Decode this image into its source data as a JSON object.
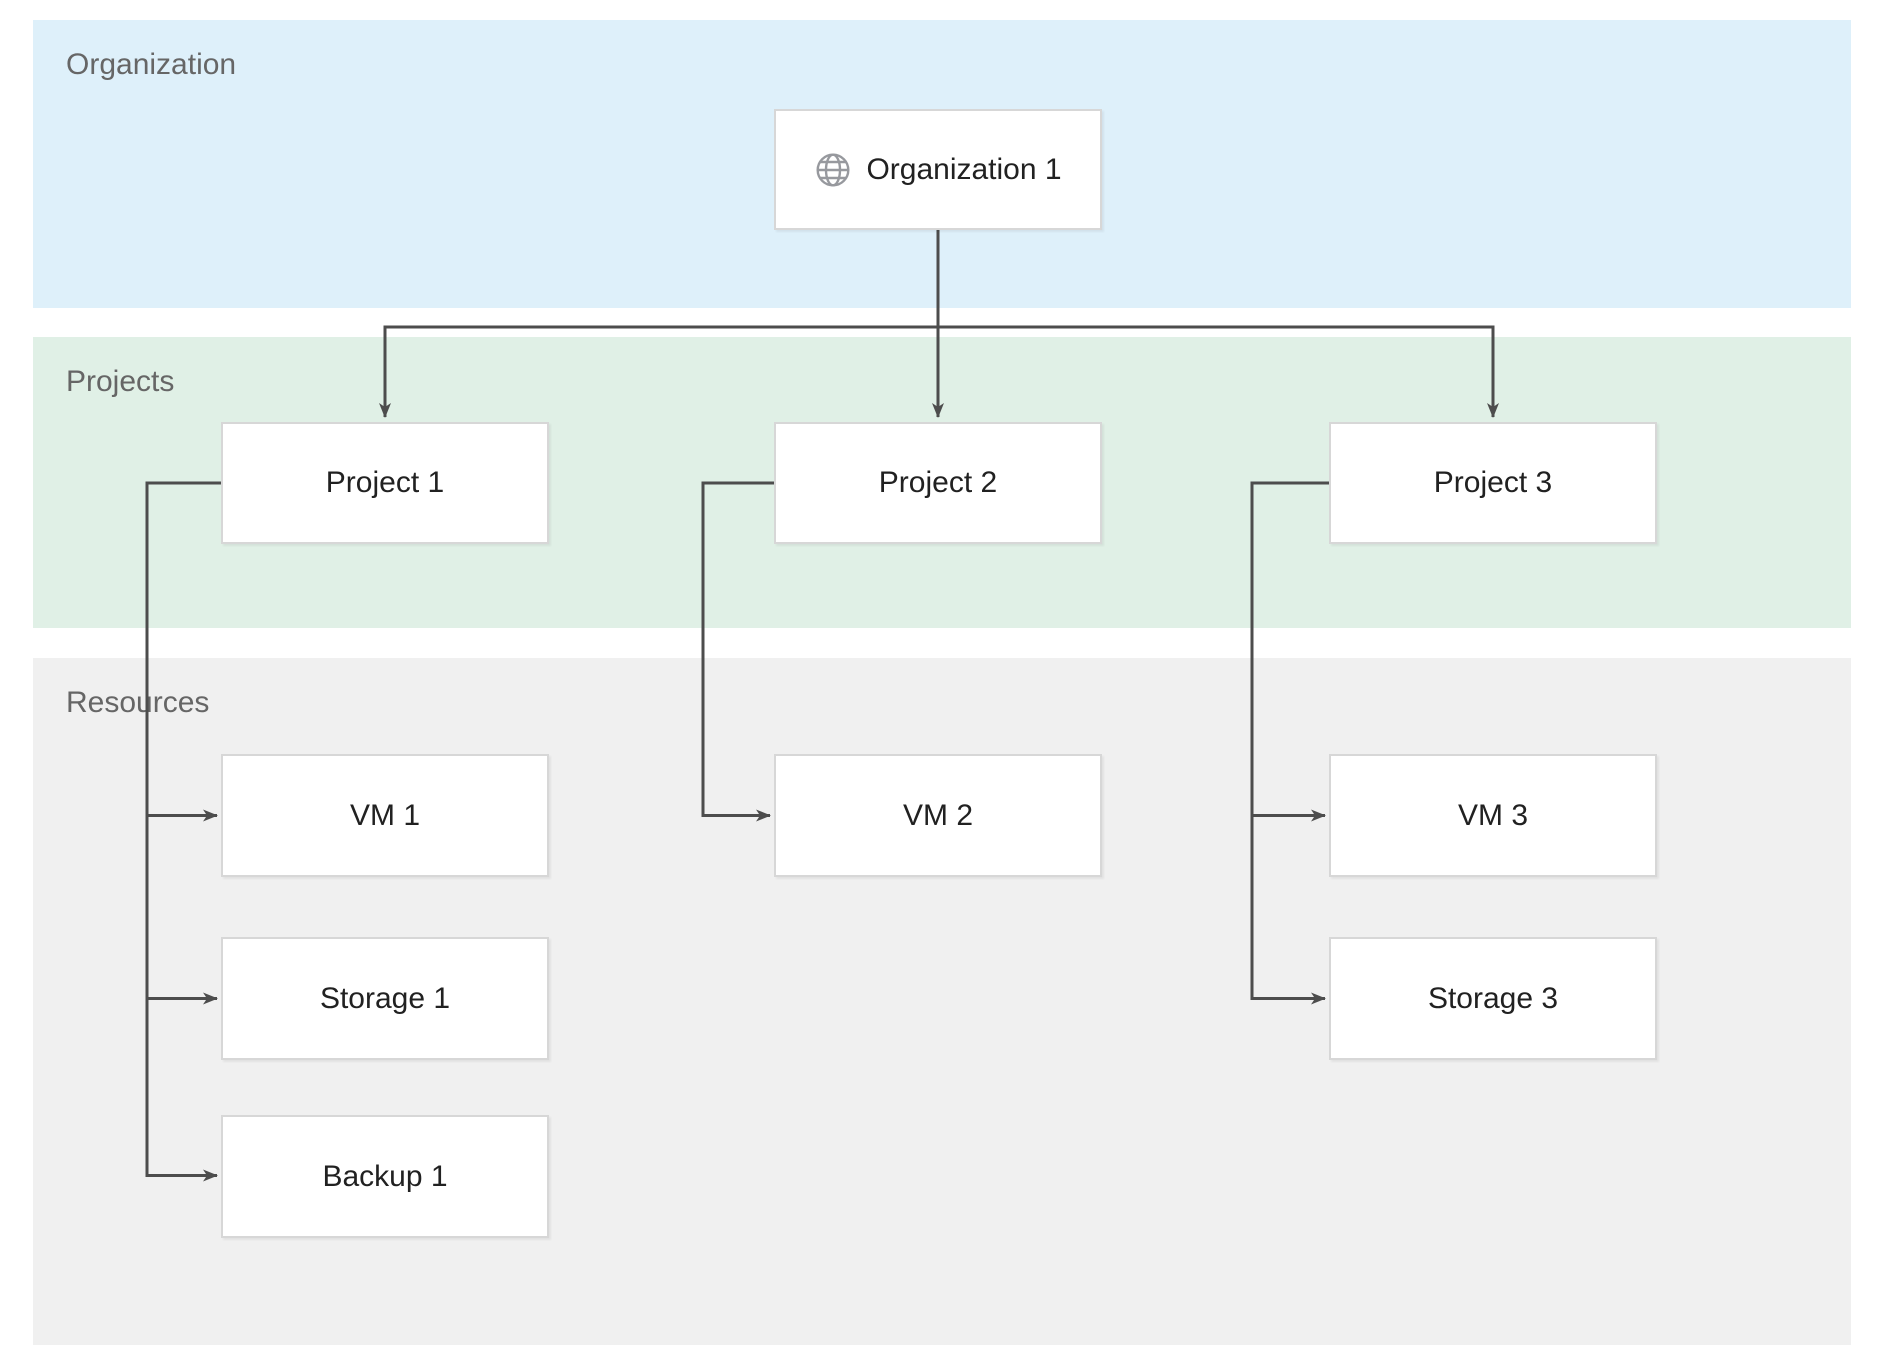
{
  "diagram": {
    "bands": {
      "organization": {
        "label": "Organization"
      },
      "projects": {
        "label": "Projects"
      },
      "resources": {
        "label": "Resources"
      }
    },
    "nodes": {
      "organization1": {
        "label": "Organization 1",
        "icon": "globe-icon",
        "band": "organization"
      },
      "project1": {
        "label": "Project 1",
        "band": "projects"
      },
      "project2": {
        "label": "Project 2",
        "band": "projects"
      },
      "project3": {
        "label": "Project 3",
        "band": "projects"
      },
      "vm1": {
        "label": "VM 1",
        "band": "resources"
      },
      "storage1": {
        "label": "Storage 1",
        "band": "resources"
      },
      "backup1": {
        "label": "Backup 1",
        "band": "resources"
      },
      "vm2": {
        "label": "VM 2",
        "band": "resources"
      },
      "vm3": {
        "label": "VM 3",
        "band": "resources"
      },
      "storage3": {
        "label": "Storage 3",
        "band": "resources"
      }
    },
    "edges": [
      {
        "from": "organization1",
        "to": "project1"
      },
      {
        "from": "organization1",
        "to": "project2"
      },
      {
        "from": "organization1",
        "to": "project3"
      },
      {
        "from": "project1",
        "to": "vm1"
      },
      {
        "from": "project1",
        "to": "storage1"
      },
      {
        "from": "project1",
        "to": "backup1"
      },
      {
        "from": "project2",
        "to": "vm2"
      },
      {
        "from": "project3",
        "to": "vm3"
      },
      {
        "from": "project3",
        "to": "storage3"
      }
    ],
    "colors": {
      "organization_band": "#def0fa",
      "projects_band": "#e0f0e6",
      "resources_band": "#f0f0f0",
      "node_background": "#ffffff",
      "node_border": "#d7d7d7",
      "node_text": "#212121",
      "band_label_text": "#666666",
      "connector": "#4d4d4d",
      "globe_icon": "#97999e"
    }
  }
}
